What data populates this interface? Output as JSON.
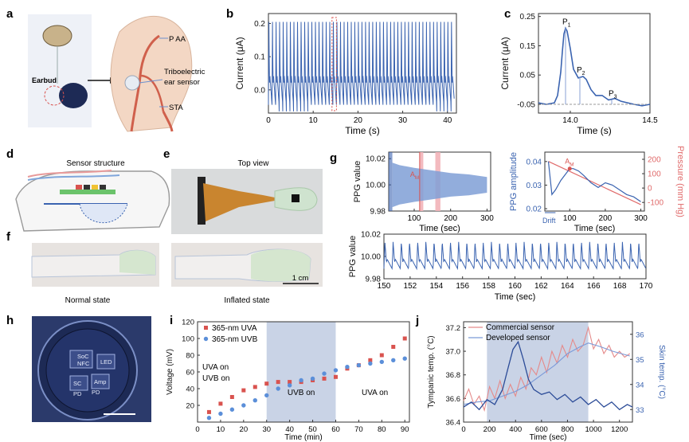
{
  "colors": {
    "blue": "#3a63b0",
    "blue_fill": "#7f9fd6",
    "pink": "#e06a6a",
    "red_marker": "#d9534f",
    "gray_axis": "#333333",
    "shade": "#c9d3e6",
    "pink_shade": "#f2b3b8",
    "skin": "#f3d7c4",
    "vessel": "#d0604c",
    "device_dark": "#1d2a55"
  },
  "panels": {
    "a": {
      "letter": "a",
      "labels": {
        "paa": "P AA",
        "sensor_1": "Triboelectric",
        "sensor_2": "ear sensor",
        "sta": "STA",
        "earbud": "Earbud"
      }
    },
    "d": {
      "letter": "d",
      "title": "Sensor structure"
    },
    "e": {
      "letter": "e",
      "title": "Top view"
    },
    "f": {
      "letter": "f",
      "normal": "Normal state",
      "inflated": "Inflated state",
      "scale": "1 cm"
    },
    "h": {
      "letter": "h",
      "chips": [
        "SoC",
        "NFC",
        "LED",
        "Amp",
        "SC",
        "PD",
        "PD"
      ]
    }
  },
  "chart_data": [
    {
      "id": "b",
      "letter": "b",
      "type": "line",
      "xlabel": "Time (s)",
      "ylabel": "Current (μA)",
      "xlim": [
        0,
        42
      ],
      "ylim": [
        -0.07,
        0.23
      ],
      "xticks": [
        0,
        10,
        20,
        30,
        40
      ],
      "yticks": [
        0.0,
        0.1,
        0.2
      ],
      "signal": {
        "period_s": 0.8,
        "peak": 0.21,
        "baseline": -0.045,
        "dip": -0.065
      },
      "highlight_window": [
        14.2,
        15.2
      ]
    },
    {
      "id": "c",
      "letter": "c",
      "type": "line",
      "xlabel": "Time (s)",
      "ylabel": "Current (μA)",
      "xlim": [
        13.8,
        14.5
      ],
      "ylim": [
        -0.08,
        0.26
      ],
      "xticks": [
        14.0,
        14.5
      ],
      "yticks": [
        -0.05,
        0.05,
        0.15,
        0.25
      ],
      "x": [
        13.8,
        13.85,
        13.9,
        13.92,
        13.94,
        13.95,
        13.96,
        13.97,
        13.98,
        14.0,
        14.02,
        14.05,
        14.08,
        14.1,
        14.13,
        14.16,
        14.2,
        14.24,
        14.28,
        14.32,
        14.36,
        14.4,
        14.45,
        14.5
      ],
      "y": [
        -0.045,
        -0.05,
        -0.045,
        -0.02,
        0.06,
        0.13,
        0.19,
        0.21,
        0.2,
        0.14,
        0.07,
        0.04,
        0.045,
        0.035,
        0.0,
        -0.02,
        -0.02,
        -0.035,
        -0.03,
        -0.04,
        -0.045,
        -0.05,
        -0.055,
        -0.05
      ],
      "peaks": [
        {
          "label": "P",
          "sub": "1",
          "x": 13.97,
          "y": 0.21
        },
        {
          "label": "P",
          "sub": "2",
          "x": 14.06,
          "y": 0.045
        },
        {
          "label": "P",
          "sub": "3",
          "x": 14.26,
          "y": -0.035
        }
      ]
    },
    {
      "id": "g1",
      "letter": "g",
      "type": "area",
      "xlabel": "Time (sec)",
      "ylabel": "PPG value",
      "xlim": [
        30,
        310
      ],
      "ylim": [
        9.98,
        10.025
      ],
      "xticks": [
        100,
        200,
        300
      ],
      "yticks": [
        9.98,
        10.0,
        10.02
      ],
      "envelope": {
        "x": [
          40,
          60,
          100,
          150,
          200,
          250,
          300
        ],
        "half_width": [
          0.017,
          0.015,
          0.013,
          0.011,
          0.009,
          0.008,
          0.006
        ]
      },
      "center": 10.0,
      "highlights": [
        {
          "x": [
            30,
            40
          ]
        },
        {
          "x": [
            115,
            125
          ]
        },
        {
          "x": [
            158,
            172
          ]
        }
      ],
      "annotation": {
        "label": "A",
        "sub": "M",
        "x": 115
      }
    },
    {
      "id": "g2",
      "type": "line",
      "xlabel": "Time (sec)",
      "ylabel": "PPG amplitude",
      "y2label": "Pressure (mm Hg)",
      "xlim": [
        30,
        310
      ],
      "ylim": [
        0.019,
        0.044
      ],
      "y2lim": [
        -160,
        250
      ],
      "xticks": [
        100,
        200,
        300
      ],
      "yticks": [
        0.02,
        0.03,
        0.04
      ],
      "y2ticks": [
        -100,
        0,
        100,
        200
      ],
      "amplitude": {
        "x": [
          40,
          50,
          60,
          75,
          90,
          100,
          110,
          125,
          140,
          160,
          180,
          200,
          220,
          240,
          260,
          280,
          300
        ],
        "y": [
          0.04,
          0.026,
          0.028,
          0.032,
          0.035,
          0.037,
          0.037,
          0.036,
          0.034,
          0.031,
          0.029,
          0.031,
          0.03,
          0.028,
          0.026,
          0.025,
          0.023
        ]
      },
      "pressure": {
        "x": [
          40,
          300
        ],
        "y": [
          185,
          -115
        ]
      },
      "annotation": {
        "label": "A",
        "sub": "M",
        "x": 100,
        "y": 0.037
      },
      "drift_label": "Drift",
      "drift_range": [
        30,
        60
      ]
    },
    {
      "id": "g3",
      "type": "line",
      "xlabel": "Time (sec)",
      "ylabel": "PPG value",
      "xlim": [
        150,
        170
      ],
      "ylim": [
        9.98,
        10.02
      ],
      "xticks": [
        150,
        152,
        154,
        156,
        158,
        160,
        162,
        164,
        166,
        168,
        170
      ],
      "yticks": [
        9.98,
        10.0,
        10.02
      ],
      "signal": {
        "period_s": 0.625,
        "peak": 10.013,
        "trough": 9.989
      }
    },
    {
      "id": "i",
      "letter": "i",
      "type": "scatter",
      "xlabel": "Time (min)",
      "ylabel": "Voltage (mV)",
      "xlim": [
        0,
        92
      ],
      "ylim": [
        0,
        120
      ],
      "xticks": [
        0,
        10,
        20,
        30,
        40,
        50,
        60,
        70,
        80,
        90
      ],
      "yticks": [
        20,
        40,
        60,
        80,
        100,
        120
      ],
      "shaded_x": [
        30,
        60
      ],
      "series": [
        {
          "name": "365-nm UVA",
          "marker": "square",
          "x": [
            5,
            10,
            15,
            20,
            25,
            30,
            35,
            40,
            45,
            50,
            55,
            60,
            65,
            70,
            75,
            80,
            85,
            90
          ],
          "y": [
            12,
            22,
            30,
            38,
            42,
            46,
            48,
            48,
            48,
            50,
            52,
            54,
            64,
            68,
            74,
            80,
            90,
            100
          ]
        },
        {
          "name": "365-nm UVB",
          "marker": "circle",
          "x": [
            5,
            10,
            15,
            20,
            25,
            30,
            35,
            40,
            45,
            50,
            55,
            60,
            65,
            70,
            75,
            80,
            85,
            90
          ],
          "y": [
            5,
            10,
            15,
            20,
            26,
            32,
            40,
            44,
            50,
            52,
            58,
            62,
            66,
            68,
            70,
            72,
            74,
            76
          ]
        }
      ],
      "region_labels": [
        "UVA on",
        "UVB on",
        "UVB on",
        "UVA on"
      ]
    },
    {
      "id": "j",
      "letter": "j",
      "type": "line",
      "xlabel": "Time (sec)",
      "ylabel": "Tympanic temp. (°C)",
      "y2label": "Skin temp. (°C)",
      "xlim": [
        0,
        1300
      ],
      "ylim": [
        36.4,
        37.25
      ],
      "y2lim": [
        32.5,
        36.5
      ],
      "xticks": [
        0,
        200,
        400,
        600,
        800,
        1000,
        1200
      ],
      "yticks": [
        36.4,
        36.6,
        36.8,
        37.0,
        37.2
      ],
      "y2ticks": [
        33,
        34,
        35,
        36
      ],
      "shaded_x": [
        180,
        960
      ],
      "series": [
        {
          "name": "Commercial sensor",
          "axis": "left",
          "x": [
            0,
            40,
            80,
            120,
            160,
            200,
            240,
            280,
            320,
            360,
            400,
            440,
            480,
            520,
            560,
            600,
            640,
            680,
            720,
            760,
            800,
            840,
            880,
            920,
            960,
            1000,
            1040,
            1080,
            1120,
            1160,
            1200,
            1240,
            1280
          ],
          "y": [
            36.58,
            36.68,
            36.55,
            36.62,
            36.5,
            36.7,
            36.6,
            36.75,
            36.6,
            36.72,
            36.62,
            36.78,
            36.68,
            36.86,
            36.8,
            36.95,
            36.82,
            37.0,
            36.9,
            37.05,
            36.95,
            37.1,
            37.0,
            37.05,
            37.2,
            37.02,
            37.1,
            36.98,
            37.05,
            36.95,
            37.0,
            36.95,
            36.98
          ]
        },
        {
          "name": "Developed sensor",
          "axis": "left",
          "x": [
            0,
            100,
            200,
            300,
            400,
            500,
            600,
            700,
            800,
            900,
            960,
            1050,
            1150,
            1280
          ],
          "y": [
            36.55,
            36.57,
            36.58,
            36.62,
            36.66,
            36.72,
            36.8,
            36.88,
            36.98,
            37.04,
            37.07,
            37.04,
            37.0,
            36.96
          ]
        },
        {
          "name": "Skin temp.",
          "axis": "right",
          "x": [
            0,
            60,
            120,
            180,
            240,
            300,
            340,
            380,
            420,
            460,
            500,
            540,
            600,
            660,
            720,
            780,
            840,
            900,
            960,
            1020,
            1080,
            1140,
            1200,
            1260,
            1300
          ],
          "y": [
            33.1,
            33.3,
            33.0,
            33.4,
            33.2,
            33.8,
            34.6,
            35.4,
            35.7,
            35.0,
            34.2,
            33.8,
            33.6,
            33.7,
            33.4,
            33.6,
            33.3,
            33.5,
            33.2,
            33.4,
            33.1,
            33.3,
            33.0,
            33.2,
            33.1
          ]
        }
      ]
    }
  ]
}
